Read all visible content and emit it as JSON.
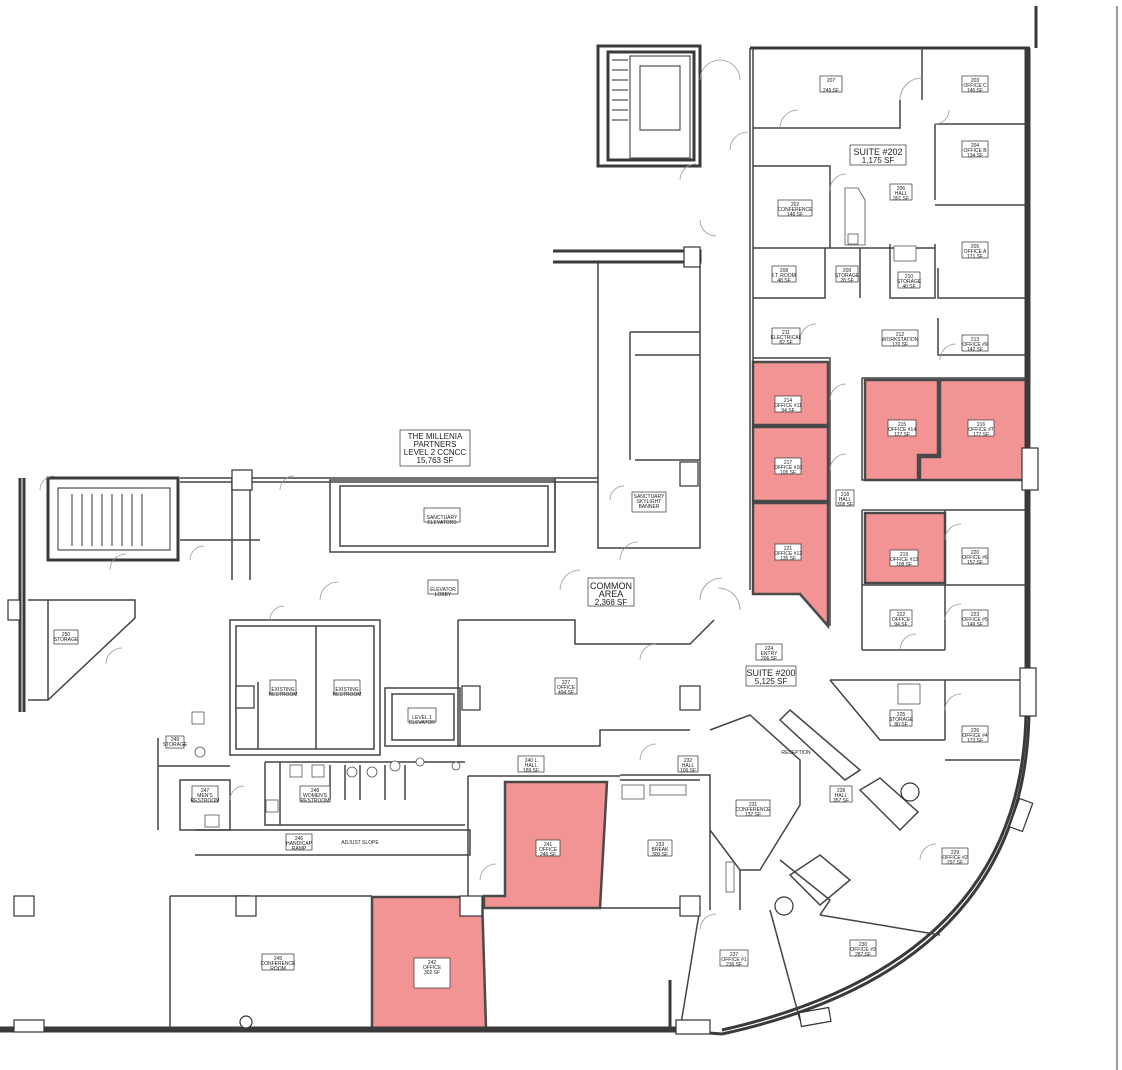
{
  "building": {
    "title_lines": [
      "THE MILLENIA",
      "PARTNERS",
      "LEVEL 2 CCNCC",
      "15,763 SF"
    ]
  },
  "areas": {
    "common": {
      "name": "COMMON",
      "name2": "AREA",
      "sf": "2,368 SF"
    },
    "suite_202": {
      "name": "SUITE #202",
      "sf": "1,175 SF"
    },
    "suite_200": {
      "name": "SUITE #200",
      "sf": "5,125 SF"
    }
  },
  "rooms": [
    {
      "id": "r1",
      "line1": "207",
      "line2": "",
      "sf": "249 SF"
    },
    {
      "id": "r2",
      "line1": "203",
      "line2": "OFFICE C",
      "sf": "146 SF"
    },
    {
      "id": "r3",
      "line1": "204",
      "line2": "OFFICE B",
      "sf": "134 SF"
    },
    {
      "id": "r4",
      "line1": "206",
      "line2": "HALL",
      "sf": "301 SF"
    },
    {
      "id": "r5",
      "line1": "202",
      "line2": "CONFERENCE",
      "sf": "146 SF"
    },
    {
      "id": "r6",
      "line1": "205",
      "line2": "OFFICE A",
      "sf": "171 SF"
    },
    {
      "id": "r7",
      "line1": "208",
      "line2": "I.T. ROOM",
      "sf": "48 SF"
    },
    {
      "id": "r8",
      "line1": "209",
      "line2": "STORAGE",
      "sf": "28 SF"
    },
    {
      "id": "r9",
      "line1": "210",
      "line2": "STORAGE",
      "sf": "40 SF"
    },
    {
      "id": "r10",
      "line1": "211",
      "line2": "ELECTRICAL",
      "sf": "82 SF"
    },
    {
      "id": "r11",
      "line1": "212",
      "line2": "WORKSTATION",
      "sf": "170 SF"
    },
    {
      "id": "r12",
      "line1": "213",
      "line2": "OFFICE #9",
      "sf": "142 SF"
    },
    {
      "id": "r13",
      "line1": "214",
      "line2": "OFFICE #11",
      "sf": "94 SF"
    },
    {
      "id": "r14",
      "line1": "215",
      "line2": "OFFICE #14",
      "sf": "127 SF"
    },
    {
      "id": "r15",
      "line1": "216",
      "line2": "OFFICE #7",
      "sf": "177 SF"
    },
    {
      "id": "r16",
      "line1": "217",
      "line2": "OFFICE #10",
      "sf": "105 SF"
    },
    {
      "id": "r17",
      "line1": "218",
      "line2": "HALL",
      "sf": "308 SF"
    },
    {
      "id": "r18",
      "line1": "221",
      "line2": "OFFICE #12",
      "sf": "135 SF"
    },
    {
      "id": "r19",
      "line1": "219",
      "line2": "OFFICE #13",
      "sf": "108 SF"
    },
    {
      "id": "r20",
      "line1": "220",
      "line2": "OFFICE #6",
      "sf": "157 SF"
    },
    {
      "id": "r21",
      "line1": "222",
      "line2": "OFFICE",
      "sf": "94 SF"
    },
    {
      "id": "r22",
      "line1": "223",
      "line2": "OFFICE #5",
      "sf": "149 SF"
    },
    {
      "id": "r23",
      "line1": "224",
      "line2": "ENTRY",
      "sf": "206 SF"
    },
    {
      "id": "r24",
      "line1": "225",
      "line2": "STORAGE",
      "sf": "80 SF"
    },
    {
      "id": "r25",
      "line1": "226",
      "line2": "OFFICE #4",
      "sf": "173 SF"
    },
    {
      "id": "r26",
      "line1": "227",
      "line2": "OFFICE",
      "sf": "494 SF"
    },
    {
      "id": "r27",
      "line1": "228",
      "line2": "HALL",
      "sf": "357 SF"
    },
    {
      "id": "r28",
      "line1": "229",
      "line2": "OFFICE #2",
      "sf": "297 SF"
    },
    {
      "id": "r29",
      "line1": "230",
      "line2": "OFFICE #3",
      "sf": "287 SF"
    },
    {
      "id": "r30",
      "line1": "231",
      "line2": "CONFERENCE",
      "sf": "137 SF"
    },
    {
      "id": "r31",
      "line1": "232",
      "line2": "HALL",
      "sf": "106 SF"
    },
    {
      "id": "r32",
      "line1": "233",
      "line2": "BREAK",
      "sf": "300 SF"
    },
    {
      "id": "r33",
      "line1": "237",
      "line2": "OFFICE #1",
      "sf": "236 SF"
    },
    {
      "id": "r34",
      "line1": "241",
      "line2": "OFFICE",
      "sf": "246 SF"
    },
    {
      "id": "r35",
      "line1": "240 L",
      "line2": "HALL",
      "sf": "189 SF"
    },
    {
      "id": "r36",
      "line1": "242",
      "line2": "OFFICE",
      "sf": "302 SF"
    },
    {
      "id": "r37",
      "line1": "245",
      "line2": "CONFERENCE",
      "sf": "ROOM"
    },
    {
      "id": "r38",
      "line1": "246",
      "line2": "HANDICAP",
      "sf": "RAMP"
    },
    {
      "id": "r39",
      "line1": "247",
      "line2": "MEN'S",
      "sf": "RESTROOM"
    },
    {
      "id": "r40",
      "line1": "248",
      "line2": "WOMEN'S",
      "sf": "RESTROOM"
    },
    {
      "id": "r41",
      "line1": "249",
      "line2": "STORAGE",
      "sf": ""
    },
    {
      "id": "r42",
      "line1": "250",
      "line2": "STORAGE",
      "sf": ""
    },
    {
      "id": "r43",
      "line1": "",
      "line2": "EXISTING",
      "sf": "RESTROOM"
    },
    {
      "id": "r44",
      "line1": "",
      "line2": "EXISTING",
      "sf": "RESTROOM"
    },
    {
      "id": "r45",
      "line1": "",
      "line2": "LEVEL 1",
      "sf": "ELEVATOR"
    },
    {
      "id": "r46",
      "line1": "",
      "line2": "SANCTUARY",
      "sf": "ELEVATORS"
    },
    {
      "id": "r47",
      "line1": "",
      "line2": "ELEVATOR",
      "sf": "LOBBY"
    },
    {
      "id": "r48",
      "line1": "SANCTUARY",
      "line2": "SKYLIGHT",
      "sf": "BANNER"
    }
  ],
  "annotations": {
    "reception": "RECEPTION",
    "ramp_note": "ADJUST SLOPE"
  },
  "highlight_color": "#f28b8b"
}
